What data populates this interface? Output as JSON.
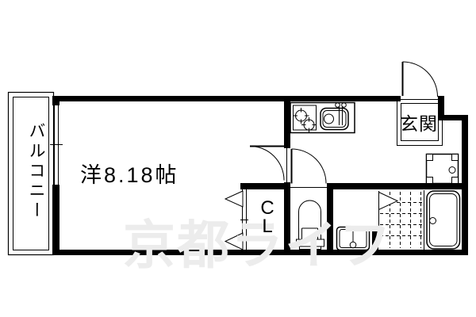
{
  "plan": {
    "type": "apartment-floorplan",
    "rooms": {
      "balcony": {
        "label": "バルコニー"
      },
      "main_room": {
        "label": "洋8.18帖"
      },
      "closet": {
        "line1": "C",
        "line2": "L"
      },
      "entrance": {
        "label": "玄関"
      }
    },
    "watermark": {
      "text": "京都ライフ"
    },
    "fixtures": [
      "stove-icon",
      "sink-icon",
      "washbasin-icon",
      "toilet-icon",
      "washer-pan-icon",
      "bathtub-icon",
      "bathroom-floor-grid",
      "entrance-door-swing",
      "main-room-door-swing",
      "toilet-door-swing",
      "closet-folding-door",
      "bathroom-folding-door",
      "balcony-window"
    ],
    "colors": {
      "wall": "#000000",
      "background": "#ffffff",
      "line": "#000000",
      "watermark": "#ececec"
    }
  }
}
